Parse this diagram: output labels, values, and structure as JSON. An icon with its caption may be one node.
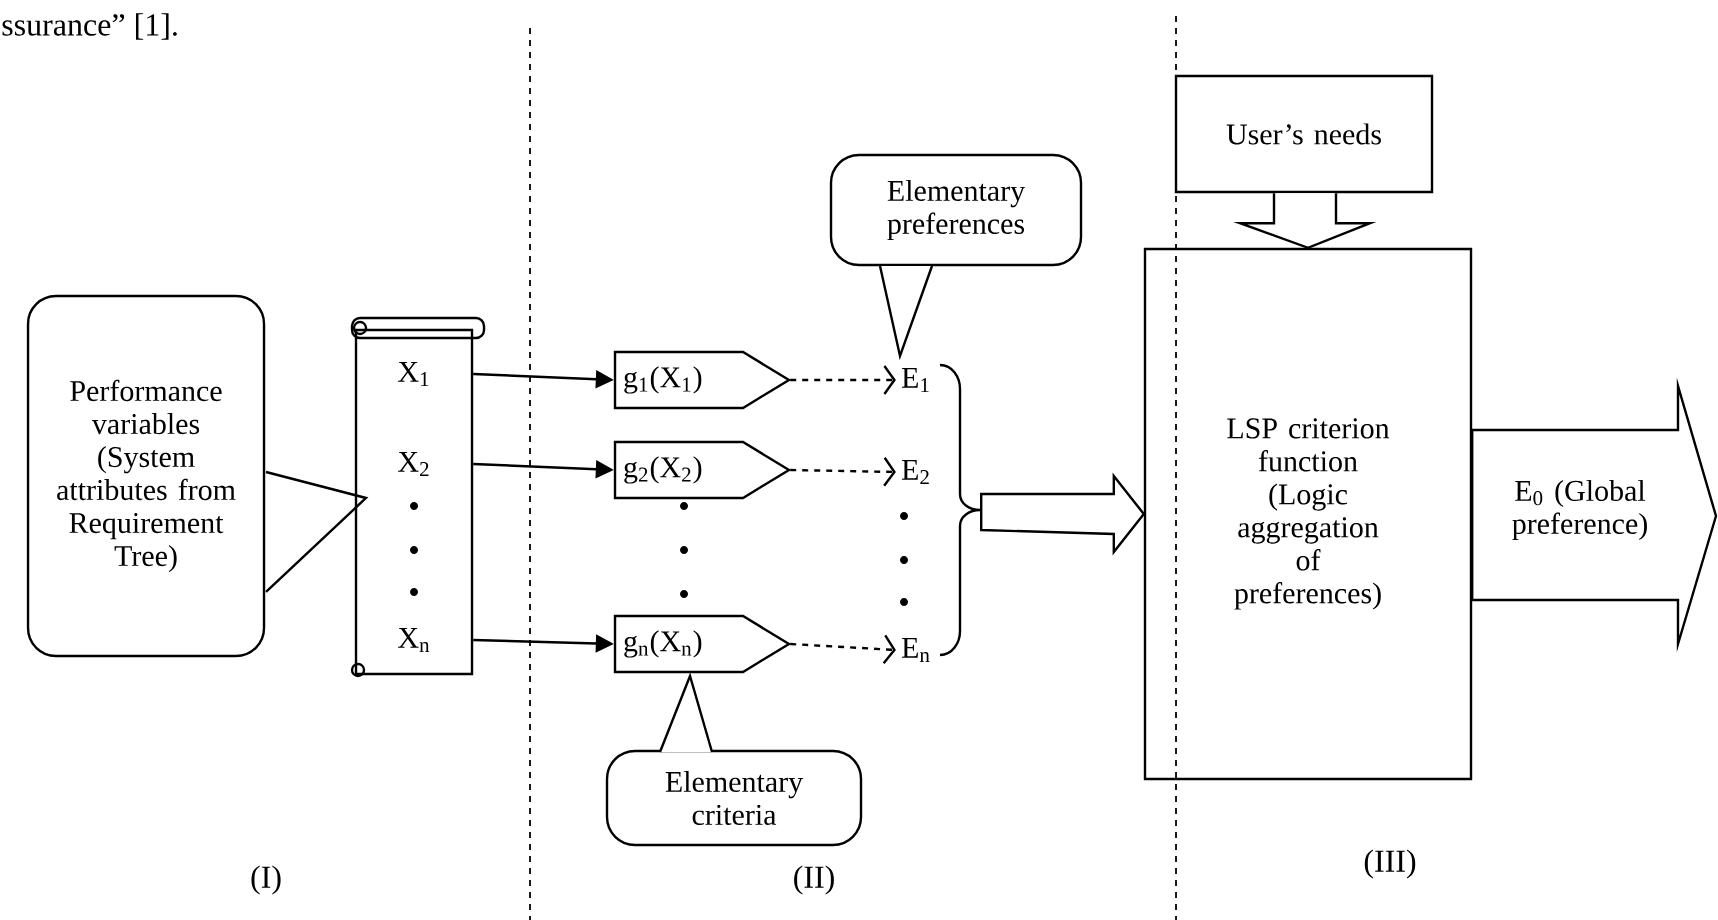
{
  "diagram": {
    "nodes": [
      {
        "text": [
          "Performance variables (System attributes from Requirement Tree)"
        ]
      },
      {
        "text": [],
        "shape": "scroll"
      },
      {
        "text": [
          "X$_{1}$"
        ],
        "in": 1
      },
      {
        "text": [
          "X$_{2}$"
        ],
        "in": 1
      },
      {
        "text": [
          "X$_{n}$"
        ],
        "in": 1
      },
      {
        "text": [
          "g$_{1}$(X$_{1}$)"
        ]
      },
      {
        "text": [
          "g$_{2}$(X$_{2}$)"
        ]
      },
      {
        "text": [
          "g$_{n}$(X$_{n}$)"
        ]
      },
      {
        "text": [
          "E$_{1}$"
        ]
      },
      {
        "text": [
          "E$_{2}$"
        ]
      },
      {
        "text": [
          "E$_{n}$"
        ]
      },
      {
        "text": [
          "Elementary preferences"
        ]
      },
      {
        "text": [
          "Elementary criteria"
        ]
      },
      {
        "text": [
          "LSP criterion function (Logic aggregation of preferences)"
        ]
      },
      {
        "text": [
          "User’s needs"
        ]
      },
      {
        "text": [],
        "shape": "brace"
      }
    ],
    "edges": [
      {
        "from": 2,
        "to": 5,
        "arrow": "to"
      },
      {
        "from": 3,
        "to": 6,
        "arrow": "to"
      },
      {
        "from": 4,
        "to": 7,
        "arrow": "to"
      },
      {
        "from": 5,
        "to": 8,
        "arrow": "to",
        "style": "dashed"
      },
      {
        "from": 6,
        "to": 9,
        "arrow": "to",
        "style": "dashed"
      },
      {
        "from": 7,
        "to": 10,
        "arrow": "to",
        "style": "dashed"
      },
      {
        "from": 15,
        "to": 13,
        "arrow": "to"
      },
      {
        "from": 14,
        "to": 13,
        "arrow": "to"
      },
      {
        "from": 13,
        "to": null,
        "arrow": "to",
        "label": "E$_{0}$ (Global preference)"
      }
    ],
    "labels": [
      "ssurance” [1].",
      "(I)",
      "(II)",
      "(III)"
    ]
  }
}
